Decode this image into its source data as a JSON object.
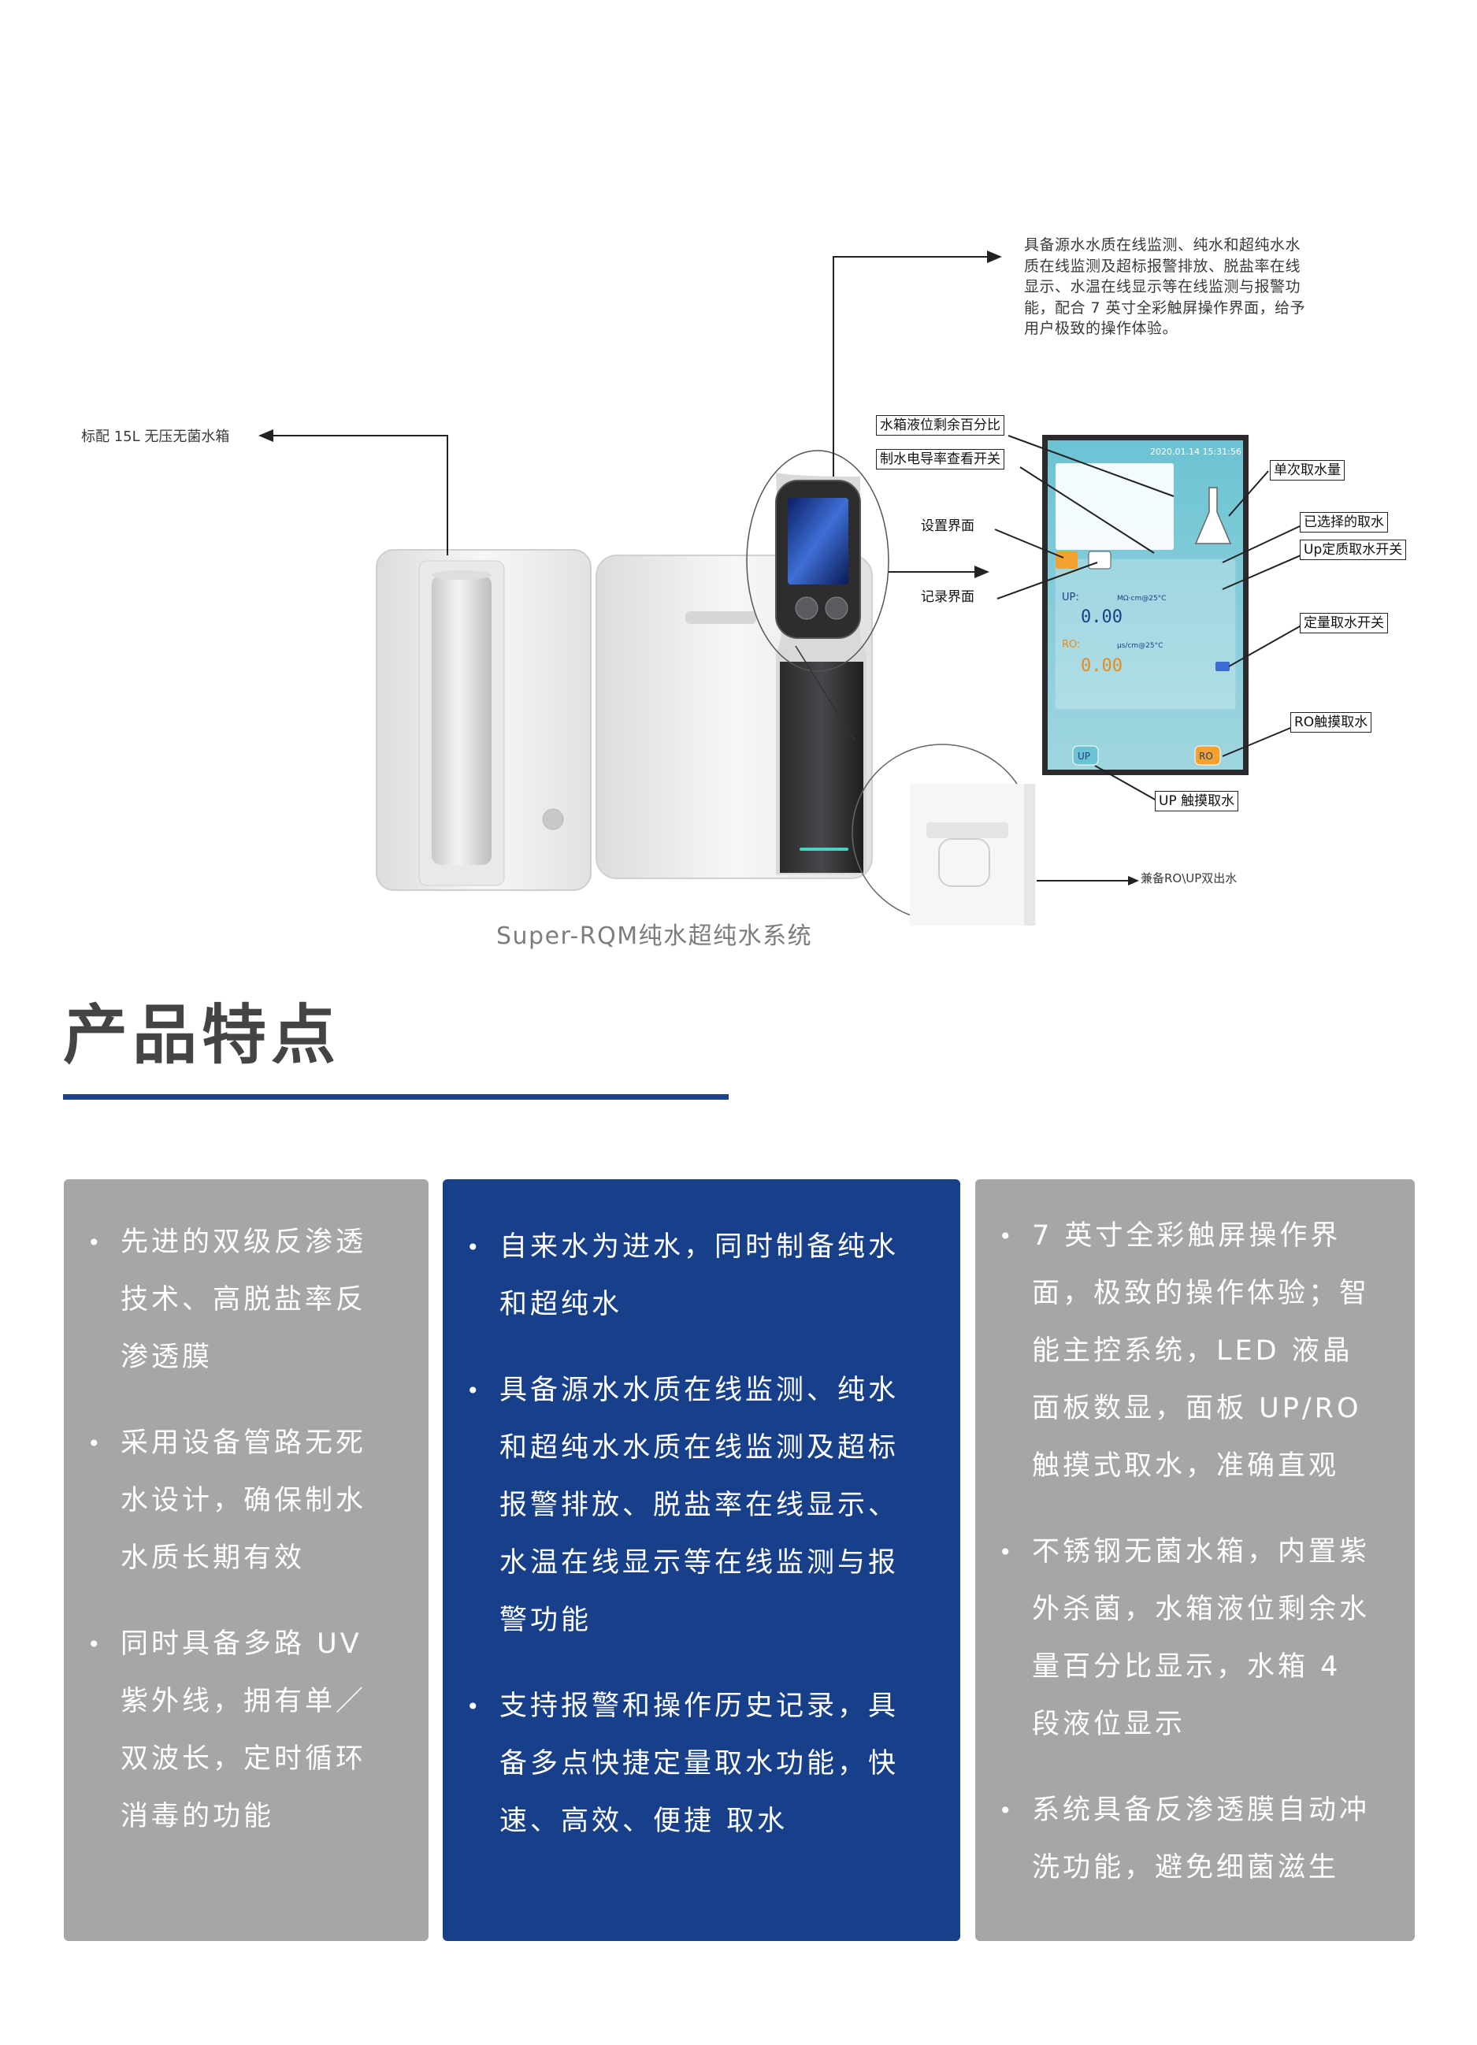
{
  "callouts": {
    "top_description": "具备源水水质在线监测、纯水和超纯水水质在线监测及超标报警排放、脱盐率在线显示、水温在线显示等在线监测与报警功能，配合 7 英寸全彩触屏操作界面，给予用户极致的操作体验。",
    "tank": "标配 15L  无压无菌水箱",
    "dual_outlet": "兼备RO\\UP双出水",
    "tank_level": "水箱液位剩余百分比",
    "conductivity_switch": "制水电导率查看开关",
    "settings_screen": "设置界面",
    "records_screen": "记录界面",
    "single_volume": "单次取水量",
    "selected_outlet": "已选择的取水",
    "up_dispense_switch": "Up定质取水开关",
    "quantitative_switch": "定量取水开关",
    "ro_touch": "RO触摸取水",
    "up_touch": "UP 触摸取水"
  },
  "screen": {
    "datetime": "2020.01.14 15:31:56",
    "up_label": "UP:",
    "up_value": "0.00",
    "up_unit": "MΩ·cm@25°C",
    "ro_label": "RO:",
    "ro_value": "0.00",
    "ro_unit": "μs/cm@25°C",
    "up_button": "UP",
    "ro_button": "RO"
  },
  "caption": "Super-RQM纯水超纯水系统",
  "section_title": "产品特点",
  "columns": [
    {
      "items": [
        "先进的双级反渗透技术、高脱盐率反渗透膜",
        "采用设备管路无死水设计，确保制水水质长期有效",
        "同时具备多路 UV 紫外线，拥有单／双波长，定时循环消毒的功能"
      ]
    },
    {
      "items": [
        "自来水为进水，同时制备纯水和超纯水",
        "具备源水水质在线监测、纯水和超纯水水质在线监测及超标报警排放、脱盐率在线显示、水温在线显示等在线监测与报警功能",
        "支持报警和操作历史记录，具备多点快捷定量取水功能，快速、高效、便捷 取水"
      ]
    },
    {
      "items": [
        "7 英寸全彩触屏操作界面，极致的操作体验；智能主控系统，LED 液晶面板数显，面板 UP/RO 触摸式取水，准确直观",
        "不锈钢无菌水箱，内置紫外杀菌，水箱液位剩余水量百分比显示，水箱 4 段液位显示",
        "系统具备反渗透膜自动冲洗功能，避免细菌滋生"
      ]
    }
  ],
  "colors": {
    "title_rule": "#1c4390",
    "column_gray": "#a5a6a8",
    "column_blue": "#173f8a",
    "screen_teal": "#5fb8c9"
  }
}
